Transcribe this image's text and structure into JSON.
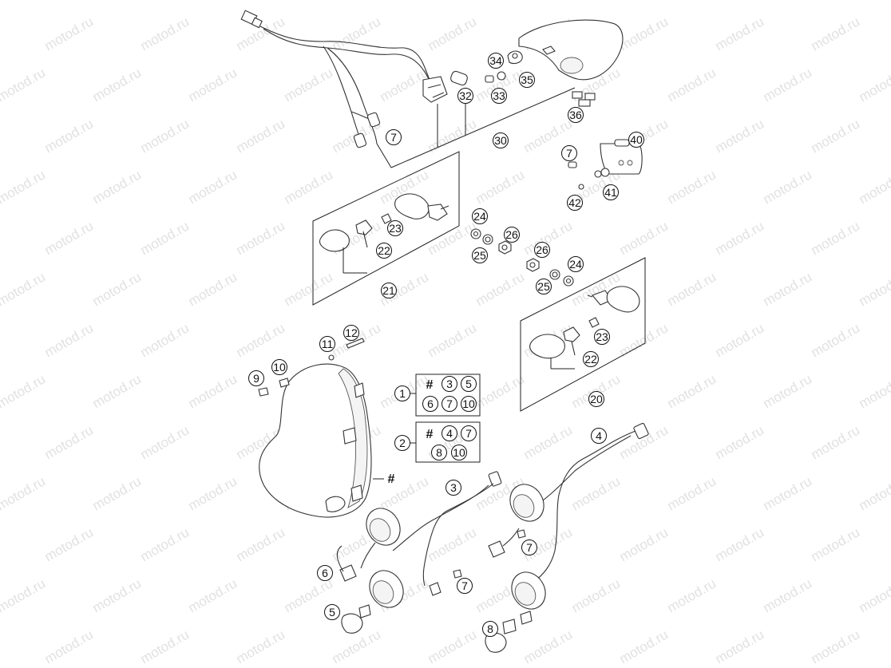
{
  "watermark": {
    "text": "motod.ru"
  },
  "callouts": [
    "1",
    "2",
    "3",
    "4",
    "5",
    "6",
    "7",
    "8",
    "9",
    "10",
    "11",
    "12",
    "20",
    "21",
    "22",
    "23",
    "24",
    "25",
    "26",
    "30",
    "32",
    "33",
    "34",
    "35",
    "36",
    "40",
    "41",
    "42"
  ],
  "kits": [
    {
      "label": "1",
      "contents": [
        "#",
        "3",
        "5",
        "6",
        "7",
        "10"
      ]
    },
    {
      "label": "2",
      "contents": [
        "#",
        "4",
        "7",
        "8",
        "10"
      ]
    }
  ],
  "hash_symbol": "#",
  "colors": {
    "line": "#222222",
    "watermark": "#c9c9c9",
    "background": "#ffffff"
  }
}
